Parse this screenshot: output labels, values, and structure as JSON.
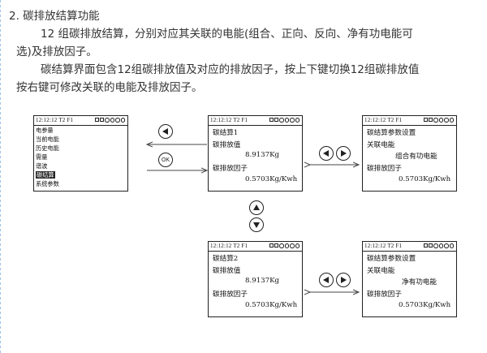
{
  "heading": "2. 碳排放结算功能",
  "para1": {
    "line1": "12 组碳排放结算，分别对应其关联的电能(组合、正向、反向、净有功电能可",
    "line2": "选)及排放因子。"
  },
  "para2": {
    "line1": "碳结算界面包含12组碳排放值及对应的排放因子，按上下键切换12组碳排放值",
    "line2": "按右键可修改关联的电能及排放因子。"
  },
  "statusbar": "12:12:12  T2  F1",
  "menu_screen": {
    "items": [
      "电参量",
      "当前电能",
      "历史电能",
      "需量",
      "谐波",
      "碳结算",
      "系统参数"
    ],
    "selected_index": 5
  },
  "carbon_screen_1": {
    "title": "碳结算1",
    "emission_label": "碳排放值",
    "emission_value": "8.9137Kg",
    "factor_label": "碳排放因子",
    "factor_value": "0.5703Kg/Kwh"
  },
  "carbon_screen_2": {
    "title": "碳结算2",
    "emission_label": "碳排放值",
    "emission_value": "8.9137Kg",
    "factor_label": "碳排放因子",
    "factor_value": "0.5703Kg/Kwh"
  },
  "param_screen_1": {
    "title": "碳结算参数设置",
    "energy_label": "关联电能",
    "energy_value": "组合有功电能",
    "factor_label": "碳排放因子",
    "factor_value": "0.5703Kg/Kwh"
  },
  "param_screen_2": {
    "title": "碳结算参数设置",
    "energy_label": "关联电能",
    "energy_value": "净有功电能",
    "factor_label": "碳排放因子",
    "factor_value": "0.5703Kg/Kwh"
  },
  "buttons": {
    "left": "left-triangle-icon",
    "right": "right-triangle-icon",
    "up": "up-triangle-icon",
    "down": "down-triangle-icon",
    "ok_label": "OK"
  }
}
